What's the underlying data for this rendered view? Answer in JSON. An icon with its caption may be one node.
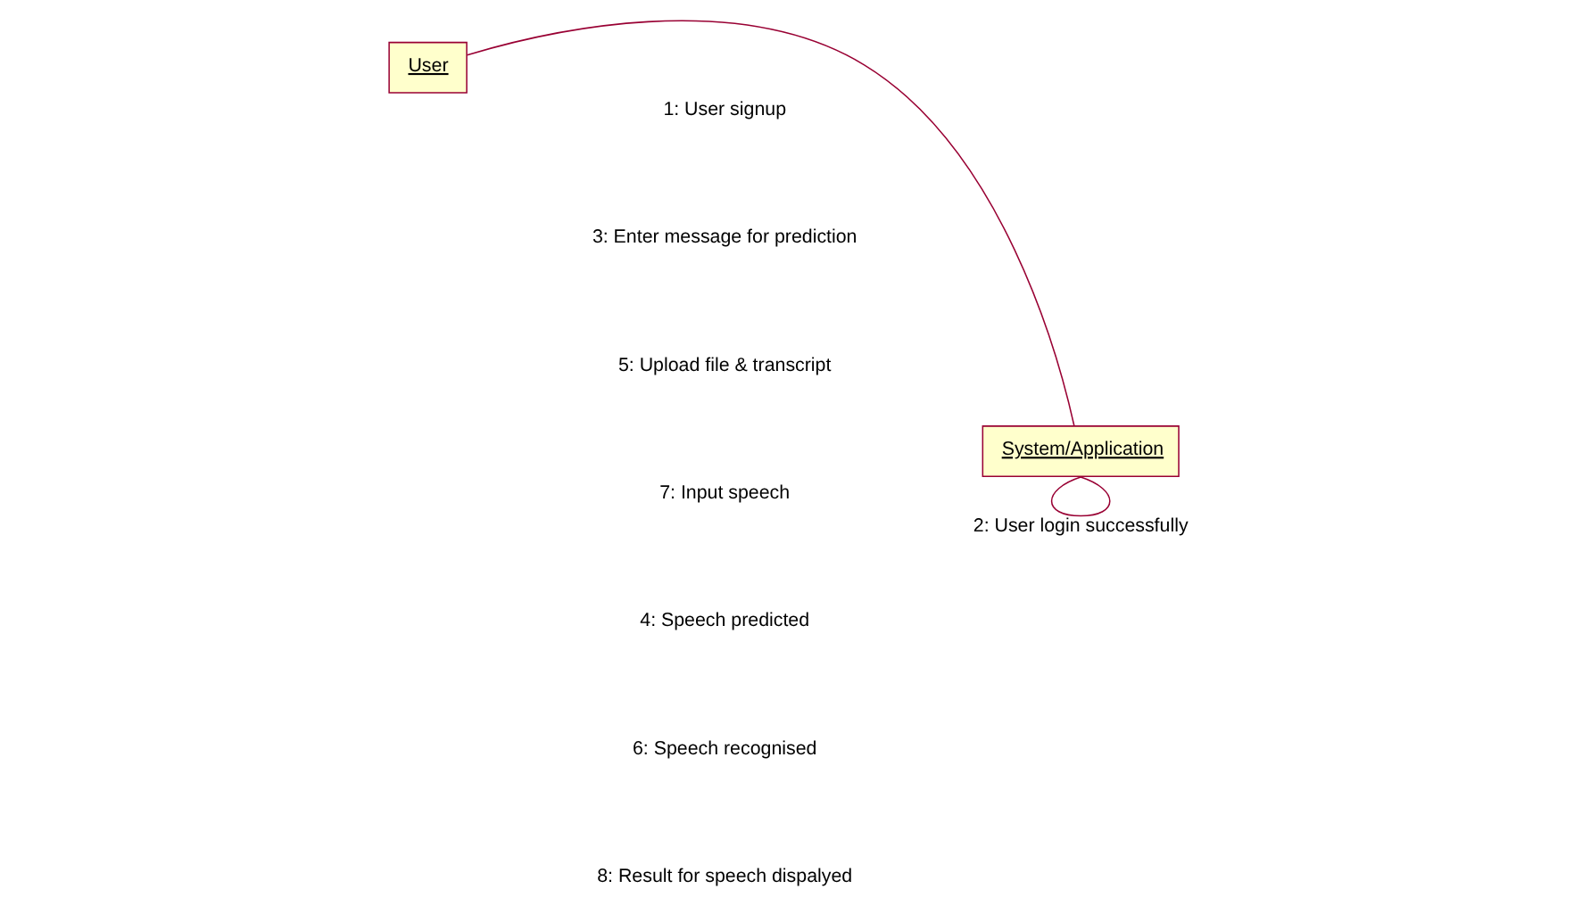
{
  "diagram": {
    "nodes": [
      {
        "text": [
          "User"
        ]
      },
      {
        "text": [
          "System/Application"
        ]
      }
    ],
    "edges": [
      {
        "from": 0,
        "to": 1,
        "arrow": "none"
      },
      {
        "from": 1,
        "to": 1,
        "arrow": "none",
        "label": "2: User login successfully"
      }
    ],
    "labels": [
      "1: User signup",
      "3: Enter message for prediction",
      "5: Upload file & transcript",
      "7: Input speech",
      "4: Speech predicted",
      "6: Speech recognised",
      "8: Result for speech dispalyed"
    ]
  }
}
